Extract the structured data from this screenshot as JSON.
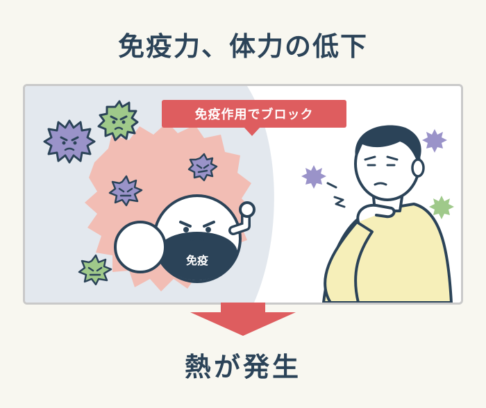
{
  "title": "免疫力、体力の低下",
  "panel": {
    "block_label": "免疫作用でブロック",
    "immune_cell_label": "免疫"
  },
  "result": "熱が発生",
  "colors": {
    "title_text": "#2b4358",
    "accent_red": "#de5d5f",
    "immune_zone": "#f2bdb4",
    "left_bg": "#e3e8ee",
    "virus_purple": "#9a93c9",
    "virus_green": "#9fc98a",
    "sweater": "#f6efb9",
    "hair": "#2b4358"
  }
}
